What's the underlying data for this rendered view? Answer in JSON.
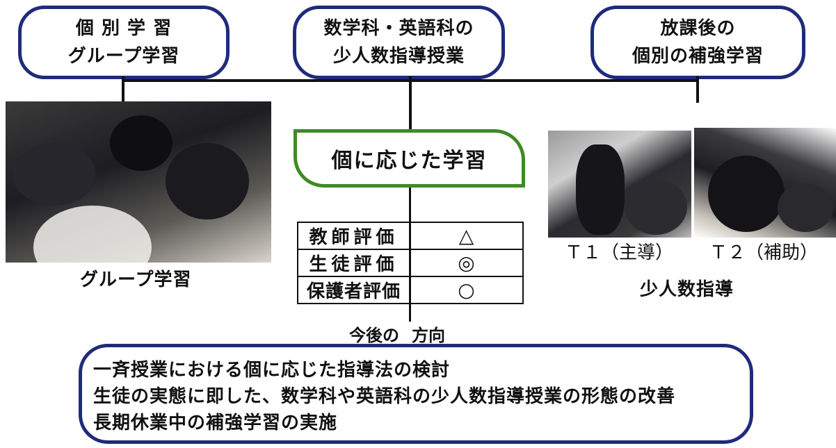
{
  "top_boxes": {
    "left": {
      "line1": "個 別 学 習",
      "line2": "グループ学習"
    },
    "center": {
      "line1": "数学科・英語科の",
      "line2": "少人数指導授業"
    },
    "right": {
      "line1": "放課後の",
      "line2": "個別の補強学習"
    }
  },
  "center_box": {
    "label": "個に応じた学習"
  },
  "photos": {
    "left": {
      "caption": "グループ学習"
    },
    "right": {
      "caption": "少人数指導",
      "t1": "Ｔ１（主導）",
      "t2": "Ｔ２（補助）"
    }
  },
  "evaluation": [
    {
      "label": "教師評価",
      "mark": "△"
    },
    {
      "label": "生徒評価",
      "mark": "◎"
    },
    {
      "label": "保護者評価",
      "mark": "○"
    }
  ],
  "direction": {
    "label_before": "今後の",
    "label_after": "方向"
  },
  "future_items": [
    "一斉授業における個に応じた指導法の検討",
    "生徒の実態に即した、数学科や英語科の少人数指導授業の形態の改善",
    "長期休業中の補強学習の実施"
  ],
  "colors": {
    "blue_border": "#1f2b7a",
    "green_border": "#3f8a25"
  }
}
